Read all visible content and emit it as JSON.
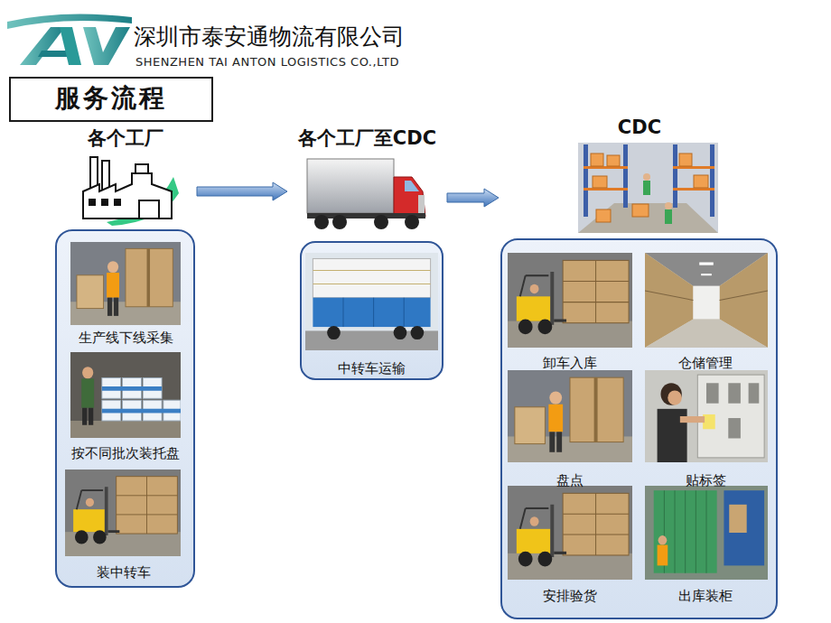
{
  "diagram": {
    "title": "服务流程",
    "nodes": [
      {
        "text": [
          "各个工厂"
        ]
      },
      {
        "text": [
          "生产线下线采集"
        ],
        "in": 0
      },
      {
        "text": [
          "按不同批次装托盘"
        ],
        "in": 0
      },
      {
        "text": [
          "装中转车"
        ],
        "in": 0
      },
      {
        "text": [
          "各个工厂至CDC"
        ]
      },
      {
        "text": [
          "中转车运输"
        ],
        "in": 4
      },
      {
        "text": [
          "CDC"
        ]
      },
      {
        "text": [
          "卸车入库"
        ],
        "in": 6
      },
      {
        "text": [
          "仓储管理"
        ],
        "in": 6
      },
      {
        "text": [
          "盘点"
        ],
        "in": 6
      },
      {
        "text": [
          "贴标签"
        ],
        "in": 6
      },
      {
        "text": [
          "安排验货"
        ],
        "in": 6
      },
      {
        "text": [
          "出库装柜"
        ],
        "in": 6
      }
    ],
    "edges": [
      {
        "from": 0,
        "to": 4,
        "arrow": "to"
      },
      {
        "from": 4,
        "to": 6,
        "arrow": "to"
      }
    ],
    "labels": [
      "深圳市泰安通物流有限公司",
      "SHENZHEN TAI ANTON LOGISTICS CO.,LTD"
    ]
  }
}
